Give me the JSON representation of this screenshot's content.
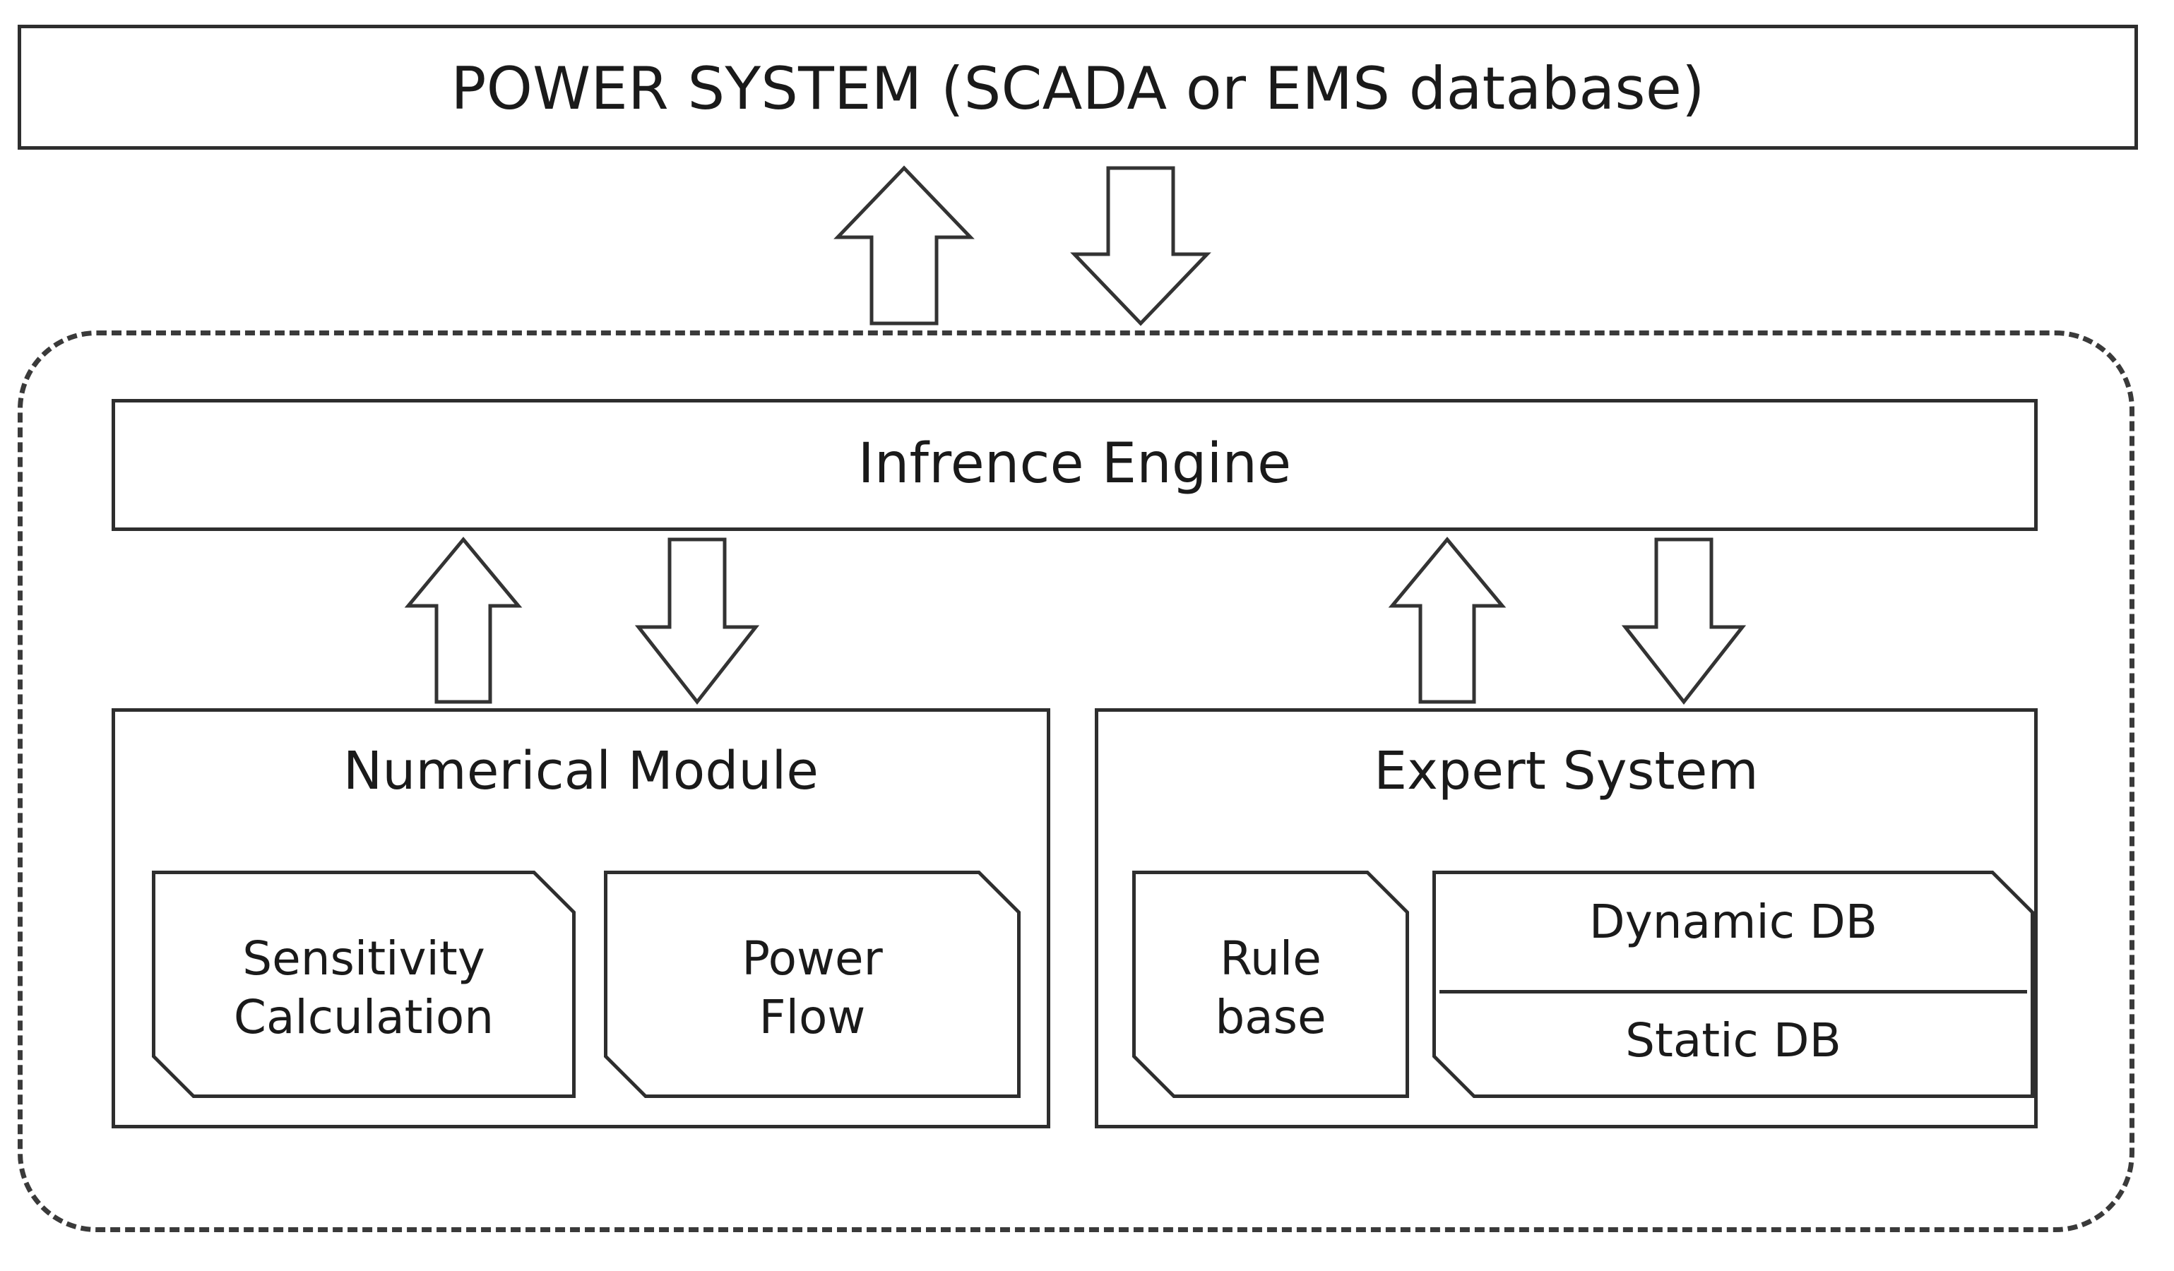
{
  "diagram": {
    "title_box": {
      "label": "POWER SYSTEM (SCADA or EMS database)"
    },
    "inference_engine": {
      "label": "Infrence Engine"
    },
    "numerical_module": {
      "title": "Numerical Module",
      "children": [
        {
          "label": "Sensitivity\nCalculation"
        },
        {
          "label": "Power\nFlow"
        }
      ]
    },
    "expert_system": {
      "title": "Expert System",
      "children": [
        {
          "label": "Rule\nbase"
        },
        {
          "label": "Dynamic DB"
        },
        {
          "label": "Static DB"
        }
      ]
    },
    "arrows": [
      {
        "name": "arrow-up-power-system",
        "direction": "up"
      },
      {
        "name": "arrow-down-power-system",
        "direction": "down"
      },
      {
        "name": "arrow-up-numerical",
        "direction": "up"
      },
      {
        "name": "arrow-down-numerical",
        "direction": "down"
      },
      {
        "name": "arrow-up-expert",
        "direction": "up"
      },
      {
        "name": "arrow-down-expert",
        "direction": "down"
      }
    ],
    "colors": {
      "stroke": "#2e2e2e",
      "arrow_stroke": "#333333",
      "dashed_stroke": "#3a3a3a",
      "text": "#1a1a1a",
      "background": "#ffffff"
    }
  }
}
